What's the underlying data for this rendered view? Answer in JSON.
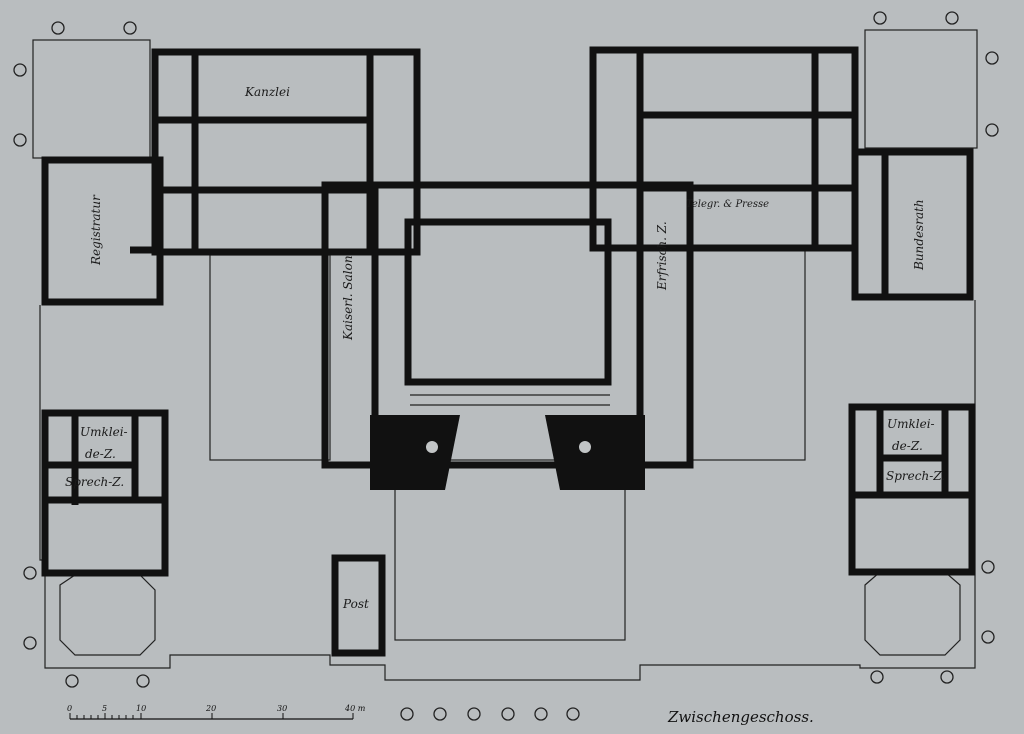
{
  "title": "Zwischengeschoss.",
  "rooms": {
    "kanzlei": "Kanzlei",
    "registratur": "Registratur",
    "kaiserl_salon": "Kaiserl. Salon",
    "erfrisch": "Erfrisch. Z.",
    "telegraph": "Telegr. & Presse",
    "bundesrath": "Bundesrath",
    "umkleide_left_1": "Umklei-",
    "umkleide_left_2": "de-Z.",
    "sprech_left": "Sprech-Z.",
    "umkleide_right_1": "Umklei-",
    "umkleide_right_2": "de-Z.",
    "sprech_right": "Sprech-Z.",
    "post": "Post"
  },
  "scale": {
    "ticks": [
      "0",
      "5",
      "10",
      "20",
      "30",
      "40 m"
    ]
  },
  "colors": {
    "paper": "#b9bdbf",
    "ink": "#111111"
  }
}
